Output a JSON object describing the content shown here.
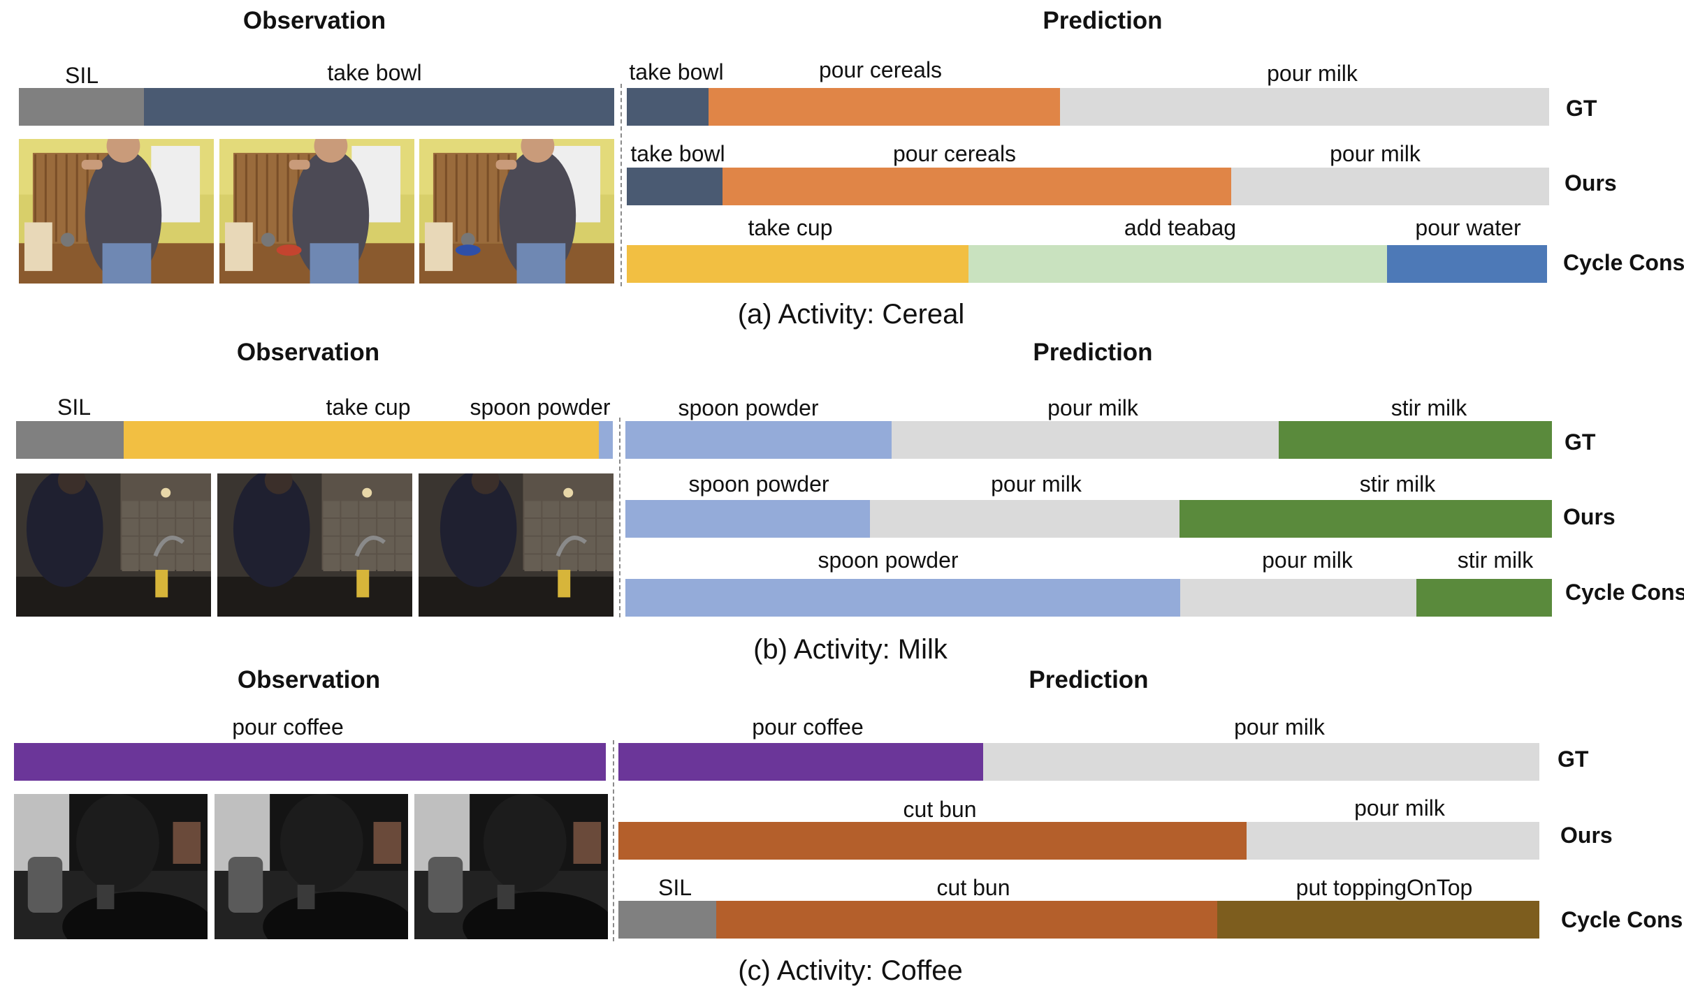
{
  "colors": {
    "sil": "#808080",
    "take_bowl": "#4a5a72",
    "pour_cereals": "#e08547",
    "pour_milk": "#dadada",
    "take_cup": "#f2bf42",
    "add_teabag": "#c9e2bf",
    "pour_water": "#4d79b7",
    "spoon_powder": "#94abd9",
    "stir_milk": "#5a8a3c",
    "pour_coffee": "#6b3699",
    "cut_bun": "#b45f2b",
    "put_toppingOnTop": "#7d5d1e"
  },
  "panels": [
    {
      "id": "cereal",
      "observation_title": "Observation",
      "prediction_title": "Prediction",
      "caption": "(a) Activity: Cereal",
      "observation": [
        {
          "label": "SIL",
          "start": 0,
          "end": 0.21,
          "color": "sil"
        },
        {
          "label": "take bowl",
          "start": 0.21,
          "end": 1.0,
          "color": "take_bowl"
        }
      ],
      "frames": [
        "kitchen-frame-1",
        "kitchen-frame-2",
        "kitchen-frame-3"
      ],
      "rows": [
        {
          "name": "GT",
          "segments": [
            {
              "label": "take bowl",
              "start": 0,
              "end": 0.089,
              "color": "take_bowl"
            },
            {
              "label": "pour cereals",
              "start": 0.089,
              "end": 0.47,
              "color": "pour_cereals"
            },
            {
              "label": "pour milk",
              "start": 0.47,
              "end": 1.0,
              "color": "pour_milk"
            }
          ]
        },
        {
          "name": "Ours",
          "segments": [
            {
              "label": "take bowl",
              "start": 0,
              "end": 0.104,
              "color": "take_bowl"
            },
            {
              "label": "pour cereals",
              "start": 0.104,
              "end": 0.655,
              "color": "pour_cereals"
            },
            {
              "label": "pour milk",
              "start": 0.655,
              "end": 1.0,
              "color": "pour_milk"
            }
          ]
        },
        {
          "name": "Cycle Cons.",
          "segments": [
            {
              "label": "take cup",
              "start": 0,
              "end": 0.371,
              "color": "take_cup"
            },
            {
              "label": "add teabag",
              "start": 0.371,
              "end": 0.826,
              "color": "add_teabag"
            },
            {
              "label": "pour water",
              "start": 0.826,
              "end": 1.0,
              "color": "pour_water"
            }
          ]
        }
      ]
    },
    {
      "id": "milk",
      "observation_title": "Observation",
      "prediction_title": "Prediction",
      "caption": "(b) Activity: Milk",
      "observation": [
        {
          "label": "SIL",
          "start": 0,
          "end": 0.18,
          "color": "sil"
        },
        {
          "label": "take cup",
          "start": 0.18,
          "end": 0.977,
          "color": "take_cup"
        },
        {
          "label": "spoon powder",
          "start": 0.977,
          "end": 1.0,
          "color": "spoon_powder"
        }
      ],
      "frames": [
        "kitchen-frame-1",
        "kitchen-frame-2",
        "kitchen-frame-3"
      ],
      "rows": [
        {
          "name": "GT",
          "segments": [
            {
              "label": "spoon powder",
              "start": 0,
              "end": 0.287,
              "color": "spoon_powder"
            },
            {
              "label": "pour milk",
              "start": 0.287,
              "end": 0.705,
              "color": "pour_milk"
            },
            {
              "label": "stir milk",
              "start": 0.705,
              "end": 1.0,
              "color": "stir_milk"
            }
          ]
        },
        {
          "name": "Ours",
          "segments": [
            {
              "label": "spoon powder",
              "start": 0,
              "end": 0.264,
              "color": "spoon_powder"
            },
            {
              "label": "pour milk",
              "start": 0.264,
              "end": 0.598,
              "color": "pour_milk"
            },
            {
              "label": "stir milk",
              "start": 0.598,
              "end": 1.0,
              "color": "stir_milk"
            }
          ]
        },
        {
          "name": "Cycle Cons.",
          "segments": [
            {
              "label": "spoon powder",
              "start": 0,
              "end": 0.599,
              "color": "spoon_powder"
            },
            {
              "label": "pour milk",
              "start": 0.599,
              "end": 0.854,
              "color": "pour_milk"
            },
            {
              "label": "stir milk",
              "start": 0.854,
              "end": 1.0,
              "color": "stir_milk"
            }
          ]
        }
      ]
    },
    {
      "id": "coffee",
      "observation_title": "Observation",
      "prediction_title": "Prediction",
      "caption": "(c) Activity: Coffee",
      "observation": [
        {
          "label": "pour coffee",
          "start": 0,
          "end": 1.0,
          "color": "pour_coffee"
        }
      ],
      "frames": [
        "kitchen-frame-1",
        "kitchen-frame-2",
        "kitchen-frame-3"
      ],
      "rows": [
        {
          "name": "GT",
          "segments": [
            {
              "label": "pour coffee",
              "start": 0,
              "end": 0.396,
              "color": "pour_coffee"
            },
            {
              "label": "pour milk",
              "start": 0.396,
              "end": 1.0,
              "color": "pour_milk"
            }
          ]
        },
        {
          "name": "Ours",
          "segments": [
            {
              "label": "cut bun",
              "start": 0,
              "end": 0.682,
              "color": "cut_bun"
            },
            {
              "label": "pour milk",
              "start": 0.682,
              "end": 1.0,
              "color": "pour_milk"
            }
          ]
        },
        {
          "name": "Cycle Cons.",
          "segments": [
            {
              "label": "SIL",
              "start": 0,
              "end": 0.106,
              "color": "sil"
            },
            {
              "label": "cut bun",
              "start": 0.106,
              "end": 0.65,
              "color": "cut_bun"
            },
            {
              "label": "put toppingOnTop",
              "start": 0.65,
              "end": 1.0,
              "color": "put_toppingOnTop"
            }
          ]
        }
      ]
    }
  ]
}
